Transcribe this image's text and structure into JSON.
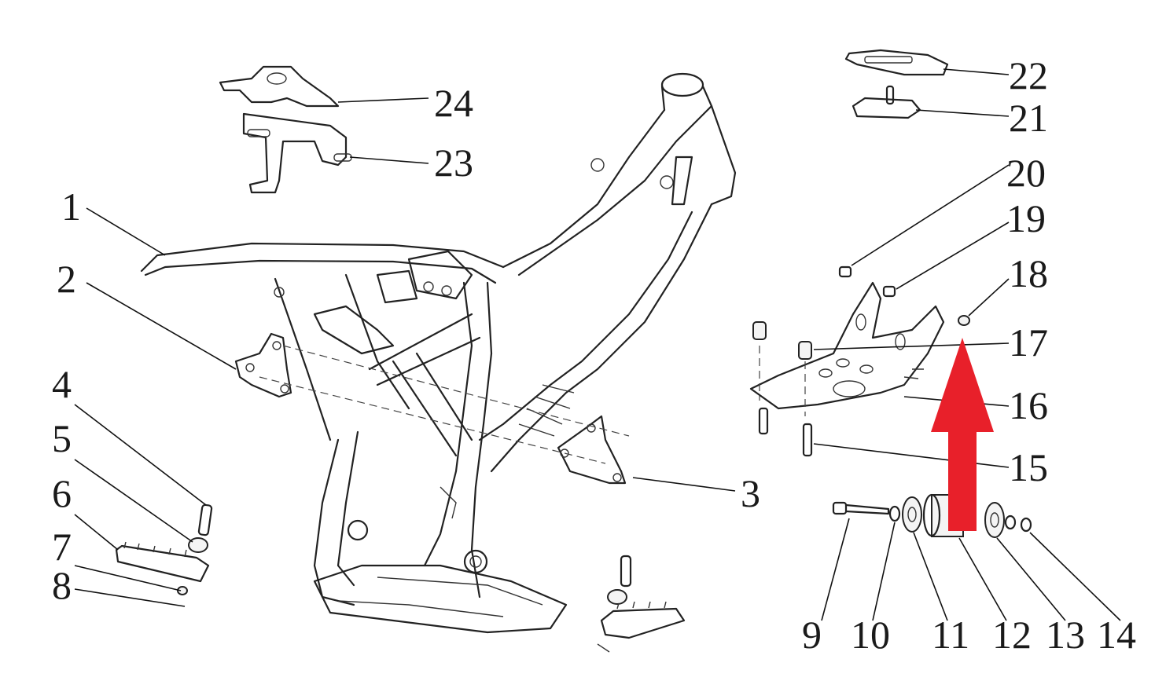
{
  "callouts": [
    {
      "id": "1",
      "label": "1"
    },
    {
      "id": "2",
      "label": "2"
    },
    {
      "id": "3",
      "label": "3"
    },
    {
      "id": "4",
      "label": "4"
    },
    {
      "id": "5",
      "label": "5"
    },
    {
      "id": "6",
      "label": "6"
    },
    {
      "id": "7",
      "label": "7"
    },
    {
      "id": "8",
      "label": "8"
    },
    {
      "id": "9",
      "label": "9"
    },
    {
      "id": "10",
      "label": "10"
    },
    {
      "id": "11",
      "label": "11"
    },
    {
      "id": "12",
      "label": "12"
    },
    {
      "id": "13",
      "label": "13"
    },
    {
      "id": "14",
      "label": "14"
    },
    {
      "id": "15",
      "label": "15"
    },
    {
      "id": "16",
      "label": "16"
    },
    {
      "id": "17",
      "label": "17"
    },
    {
      "id": "18",
      "label": "18"
    },
    {
      "id": "19",
      "label": "19"
    },
    {
      "id": "20",
      "label": "20"
    },
    {
      "id": "21",
      "label": "21"
    },
    {
      "id": "22",
      "label": "22"
    },
    {
      "id": "23",
      "label": "23"
    },
    {
      "id": "24",
      "label": "24"
    }
  ],
  "highlight_arrow": {
    "color": "#e8202a",
    "direction": "up",
    "points_to": "18"
  },
  "line_color": "#222222",
  "background": "#ffffff"
}
